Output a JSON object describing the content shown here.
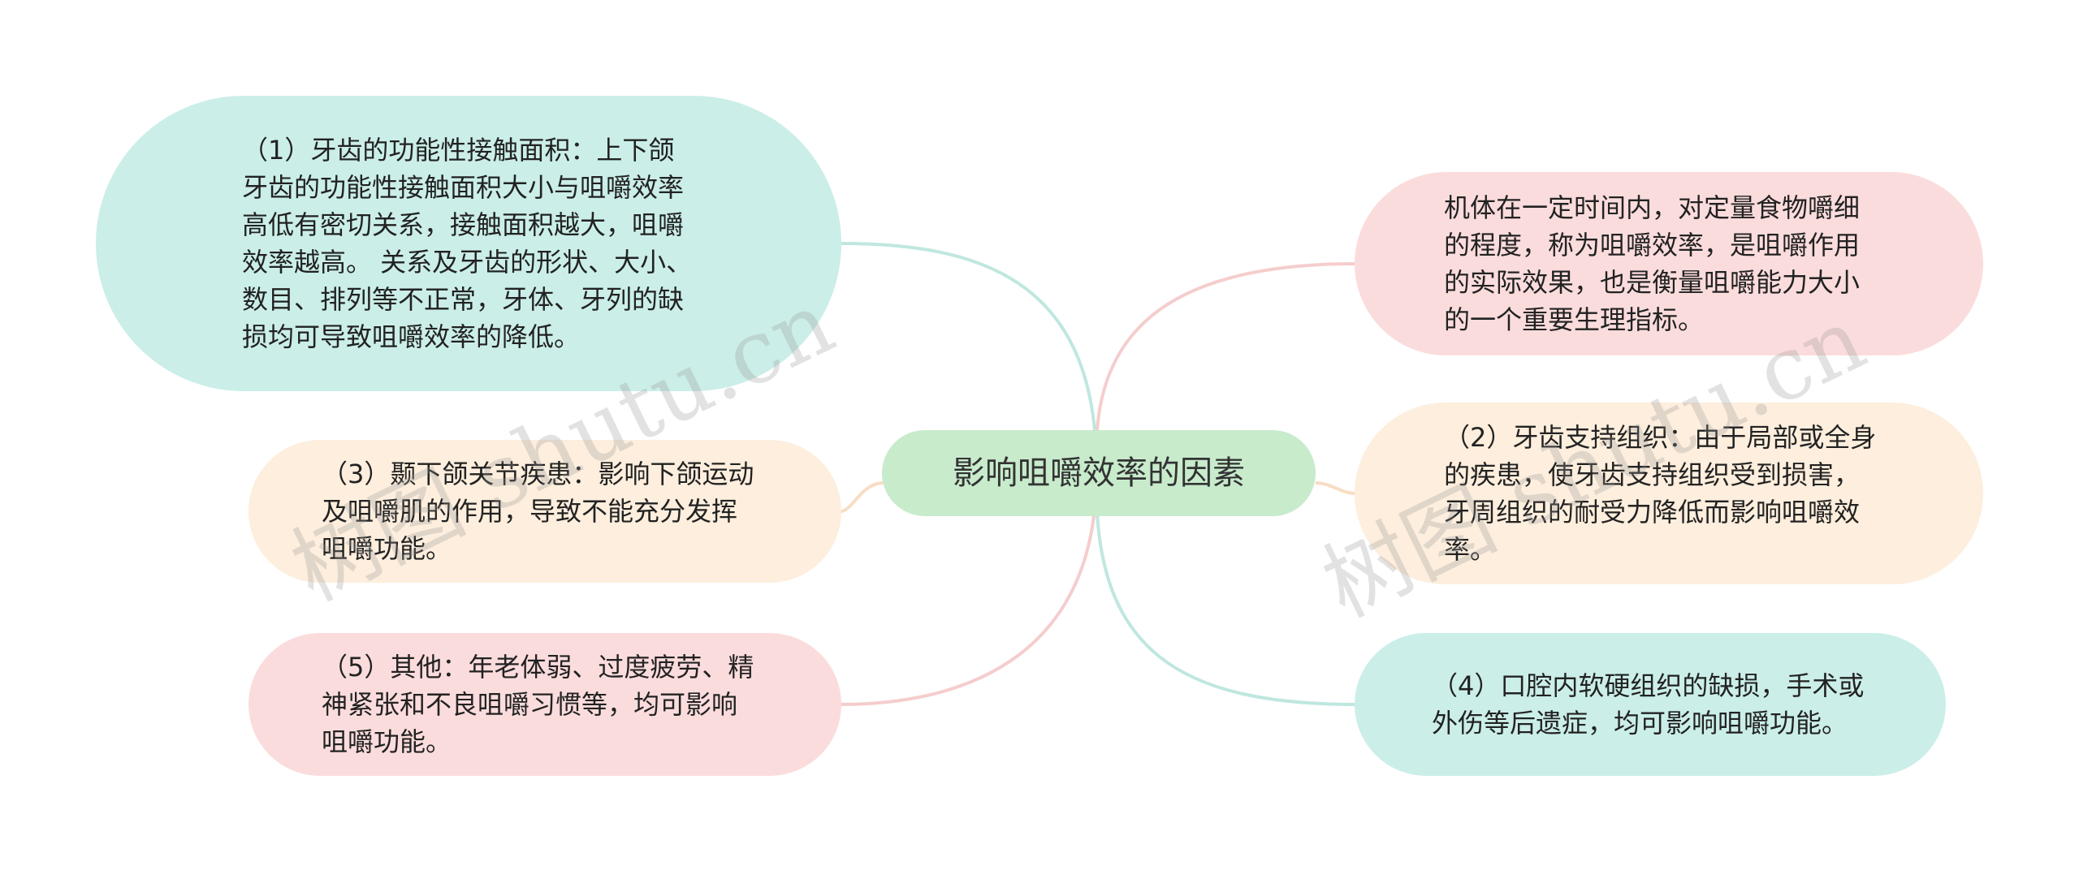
{
  "center": {
    "label": "影响咀嚼效率的因素",
    "color": "#c8ebcc"
  },
  "nodes": {
    "contact_area": {
      "text": "（1）牙齿的功能性接触面积：上下颌牙齿的功能性接触面积大小与咀嚼效率高低有密切关系，接触面积越大，咀嚼效率越高。 关系及牙齿的形状、大小、数目、排列等不正常，牙体、牙列的缺损均可导致咀嚼效率的降低。",
      "color": "#cbeee8",
      "line_color": "#bfe7df"
    },
    "tmj": {
      "text": "（3）颞下颌关节疾患：影响下颌运动及咀嚼肌的作用，导致不能充分发挥咀嚼功能。",
      "color": "#fdeedd",
      "line_color": "#f8ddc4"
    },
    "other": {
      "text": "（5）其他：年老体弱、过度疲劳、精神紧张和不良咀嚼习惯等，均可影响咀嚼功能。",
      "color": "#fbdcdc",
      "line_color": "#f5cdcd"
    },
    "definition": {
      "text": "机体在一定时间内，对定量食物嚼细的程度，称为咀嚼效率，是咀嚼作用的实际效果，也是衡量咀嚼能力大小的一个重要生理指标。",
      "color": "#fbdcdc",
      "line_color": "#f5cdcd"
    },
    "support_tissue": {
      "text": "（2）牙齿支持组织：由于局部或全身的疾患，使牙齿支持组织受到损害，牙周组织的耐受力降低而影响咀嚼效率。",
      "color": "#fdeedd",
      "line_color": "#f8ddc4"
    },
    "soft_hard_tissue": {
      "text": "（4）口腔内软硬组织的缺损，手术或外伤等后遗症，均可影响咀嚼功能。",
      "color": "#cbeee8",
      "line_color": "#bfe7df"
    }
  },
  "watermarks": [
    "树图 shutu.cn",
    "树图 shutu.cn"
  ]
}
